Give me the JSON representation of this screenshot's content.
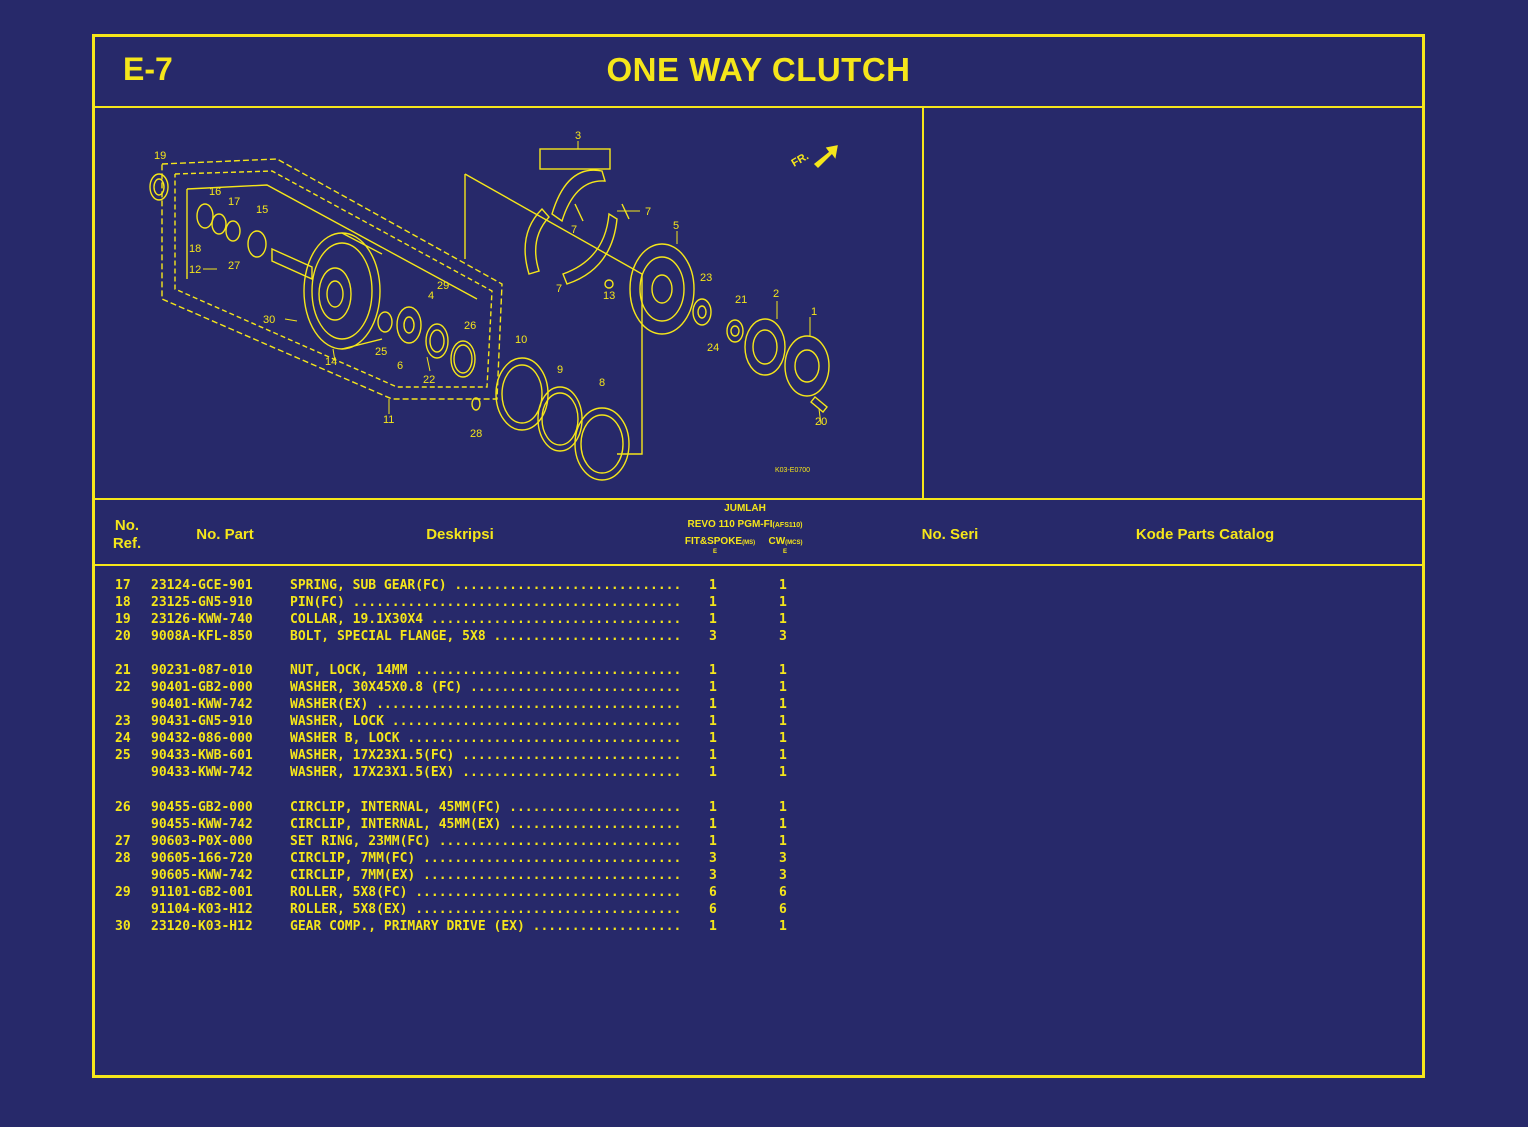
{
  "header": {
    "section_code": "E-7",
    "title": "ONE WAY CLUTCH"
  },
  "diagram": {
    "code": "K03-E0700",
    "fr_label": "FR.",
    "callouts": [
      "1",
      "2",
      "3",
      "4",
      "5",
      "6",
      "7",
      "7",
      "7",
      "8",
      "9",
      "10",
      "11",
      "12",
      "13",
      "14",
      "15",
      "16",
      "17",
      "18",
      "19",
      "20",
      "21",
      "22",
      "23",
      "24",
      "25",
      "26",
      "27",
      "28",
      "29",
      "30"
    ]
  },
  "table_header": {
    "ref": "No.\nRef.",
    "part": "No. Part",
    "desc": "Deskripsi",
    "jumlah": "JUMLAH",
    "model": "REVO 110 PGM-FI",
    "model_code": "(AFS110)",
    "col1": "FIT&SPOKE",
    "col1_code": "(MS)",
    "col2": "CW",
    "col2_code": "(MCS)",
    "col1_e": "E",
    "col2_e": "E",
    "serial": "No. Seri",
    "catalog": "Kode Parts Catalog"
  },
  "parts": [
    {
      "ref": "17",
      "part": "23124-GCE-901",
      "desc": "SPRING, SUB GEAR(FC)",
      "q1": "1",
      "q2": "1"
    },
    {
      "ref": "18",
      "part": "23125-GN5-910",
      "desc": "PIN(FC)",
      "q1": "1",
      "q2": "1"
    },
    {
      "ref": "19",
      "part": "23126-KWW-740",
      "desc": "COLLAR, 19.1X30X4",
      "q1": "1",
      "q2": "1"
    },
    {
      "ref": "20",
      "part": "9008A-KFL-850",
      "desc": "BOLT, SPECIAL FLANGE, 5X8",
      "q1": "3",
      "q2": "3"
    },
    {
      "ref": "21",
      "part": "90231-087-010",
      "desc": "NUT, LOCK, 14MM",
      "q1": "1",
      "q2": "1"
    },
    {
      "ref": "22",
      "part": "90401-GB2-000",
      "desc": "WASHER, 30X45X0.8 (FC)",
      "q1": "1",
      "q2": "1"
    },
    {
      "ref": "",
      "part": "90401-KWW-742",
      "desc": "WASHER(EX)",
      "q1": "1",
      "q2": "1"
    },
    {
      "ref": "23",
      "part": "90431-GN5-910",
      "desc": "WASHER, LOCK",
      "q1": "1",
      "q2": "1"
    },
    {
      "ref": "24",
      "part": "90432-086-000",
      "desc": "WASHER B, LOCK",
      "q1": "1",
      "q2": "1"
    },
    {
      "ref": "25",
      "part": "90433-KWB-601",
      "desc": "WASHER, 17X23X1.5(FC)",
      "q1": "1",
      "q2": "1"
    },
    {
      "ref": "",
      "part": "90433-KWW-742",
      "desc": "WASHER, 17X23X1.5(EX)",
      "q1": "1",
      "q2": "1"
    },
    {
      "ref": "26",
      "part": "90455-GB2-000",
      "desc": "CIRCLIP, INTERNAL, 45MM(FC)",
      "q1": "1",
      "q2": "1"
    },
    {
      "ref": "",
      "part": "90455-KWW-742",
      "desc": "CIRCLIP, INTERNAL, 45MM(EX)",
      "q1": "1",
      "q2": "1"
    },
    {
      "ref": "27",
      "part": "90603-P0X-000",
      "desc": "SET RING, 23MM(FC)",
      "q1": "1",
      "q2": "1"
    },
    {
      "ref": "28",
      "part": "90605-166-720",
      "desc": "CIRCLIP, 7MM(FC)",
      "q1": "3",
      "q2": "3"
    },
    {
      "ref": "",
      "part": "90605-KWW-742",
      "desc": "CIRCLIP, 7MM(EX)",
      "q1": "3",
      "q2": "3"
    },
    {
      "ref": "29",
      "part": "91101-GB2-001",
      "desc": "ROLLER, 5X8(FC)",
      "q1": "6",
      "q2": "6"
    },
    {
      "ref": "",
      "part": "91104-K03-H12",
      "desc": "ROLLER, 5X8(EX)",
      "q1": "6",
      "q2": "6"
    },
    {
      "ref": "30",
      "part": "23120-K03-H12",
      "desc": "GEAR COMP., PRIMARY DRIVE (EX)",
      "q1": "1",
      "q2": "1"
    }
  ]
}
